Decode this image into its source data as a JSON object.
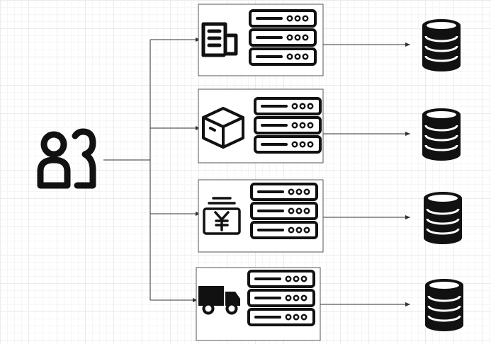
{
  "diagram": {
    "users": {
      "icon": "users-icon"
    },
    "services": [
      {
        "name": "document-service",
        "icon": "document-icon",
        "server_icon": "server-icon",
        "database_icon": "database-icon"
      },
      {
        "name": "product-service",
        "icon": "box-icon",
        "server_icon": "server-icon",
        "database_icon": "database-icon"
      },
      {
        "name": "payment-service",
        "icon": "yen-payment-icon",
        "server_icon": "server-icon",
        "database_icon": "database-icon"
      },
      {
        "name": "logistics-service",
        "icon": "truck-icon",
        "server_icon": "server-icon",
        "database_icon": "database-icon"
      }
    ],
    "colors": {
      "stroke": "#111111",
      "line": "#333333",
      "box_border": "#555555",
      "box_fill": "#ffffff"
    }
  }
}
